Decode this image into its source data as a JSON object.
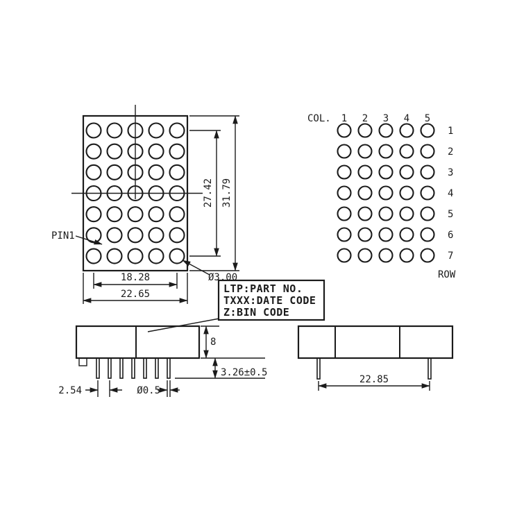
{
  "colors": {
    "ink": "#1b1b1b",
    "paper": "#ffffff"
  },
  "drawing": {
    "front_view": {
      "pin1_label": "PIN1",
      "dim_inner_width": "18.28",
      "dim_outer_width": "22.65",
      "dim_inner_height": "27.42",
      "dim_outer_height": "31.79",
      "dim_dot_diameter": "Ø3.00"
    },
    "pin_map": {
      "col_header": "COL.",
      "row_footer": "ROW",
      "col_numbers": [
        "1",
        "2",
        "3",
        "4",
        "5"
      ],
      "row_numbers": [
        "1",
        "2",
        "3",
        "4",
        "5",
        "6",
        "7"
      ]
    },
    "label_box": {
      "line1": "LTP:PART NO.",
      "line2": "TXXX:DATE CODE",
      "line3": "Z:BIN CODE"
    },
    "side_view": {
      "dim_body_height": "8",
      "dim_standoff": "3.26±0.5",
      "dim_pin_pitch": "2.54",
      "dim_pin_diameter": "Ø0.5"
    },
    "bottom_view": {
      "dim_outer_pin_span": "22.85"
    }
  }
}
